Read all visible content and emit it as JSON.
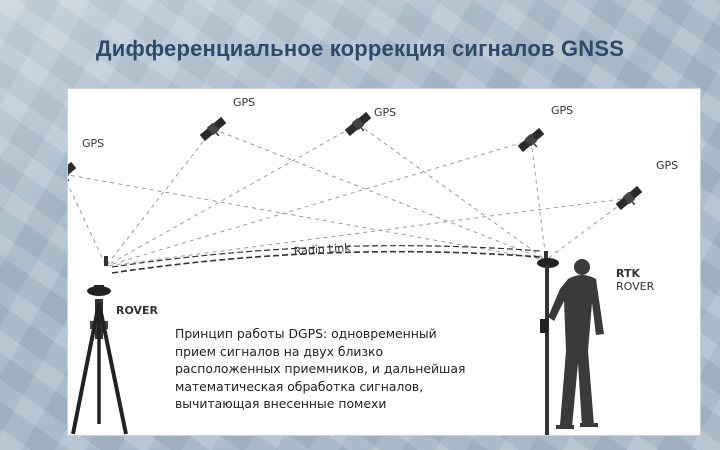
{
  "title": "Дифференциальное коррекция сигналов GNSS",
  "gps_label": "GPS",
  "radio_link_label": "Radio Link",
  "rover_label": "ROVER",
  "rtk_label_line1": "RTK",
  "rtk_label_line2": "ROVER",
  "caption": "Принцип работы DGPS: одновременный прием сигналов на двух близко расположенных приемников, и дальнейшая математическая обработка сигналов, вычитающая внесенные помехи"
}
